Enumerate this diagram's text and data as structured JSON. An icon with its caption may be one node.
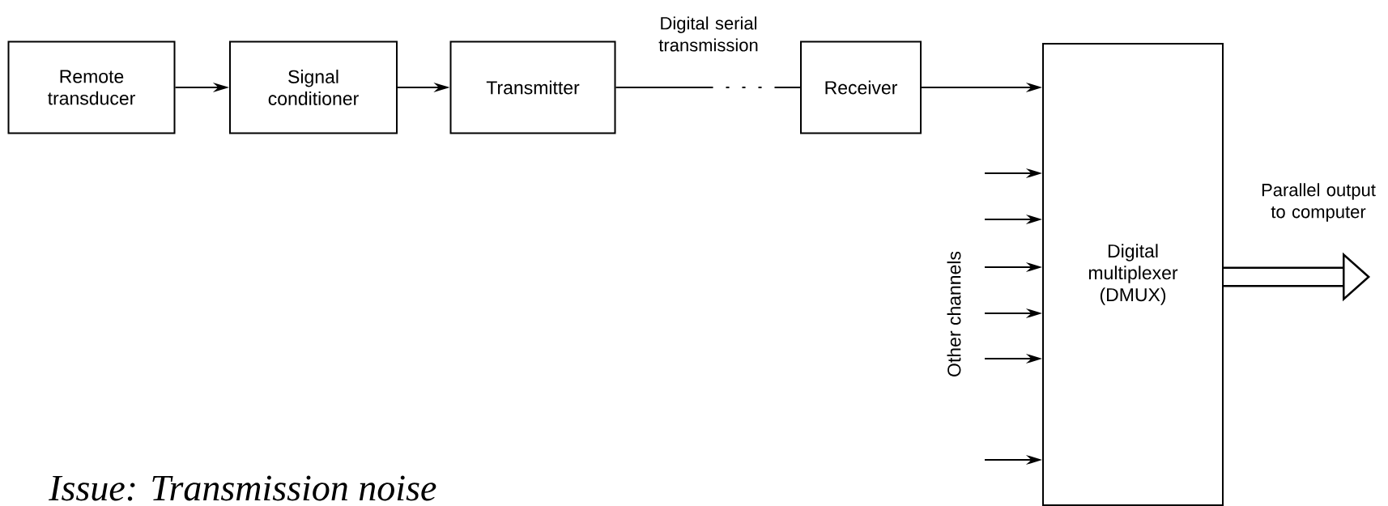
{
  "diagram": {
    "nodes": [
      {
        "text": [
          "Remote transducer"
        ]
      },
      {
        "text": [
          "Signal conditioner"
        ]
      },
      {
        "text": [
          "Transmitter"
        ]
      },
      {
        "text": [
          "Receiver"
        ]
      },
      {
        "text": [
          "Digital multiplexer (DMUX)"
        ]
      }
    ],
    "edges": [
      {
        "from": 0,
        "to": 1,
        "arrow": "to"
      },
      {
        "from": 1,
        "to": 2,
        "arrow": "to"
      },
      {
        "from": 2,
        "to": 3,
        "arrow": "none",
        "style": "dashed",
        "label": "Digital serial transmission"
      },
      {
        "from": 3,
        "to": 4,
        "arrow": "to"
      },
      {
        "from": null,
        "to": 4,
        "arrow": "to"
      },
      {
        "from": null,
        "to": 4,
        "arrow": "to"
      },
      {
        "from": null,
        "to": 4,
        "arrow": "to"
      },
      {
        "from": null,
        "to": 4,
        "arrow": "to"
      },
      {
        "from": null,
        "to": 4,
        "arrow": "to"
      },
      {
        "from": null,
        "to": 4,
        "arrow": "to"
      },
      {
        "from": 4,
        "to": null,
        "arrow": "to",
        "style": "thick",
        "label": "Parallel output to computer"
      }
    ],
    "labels": [
      "Other channels",
      "Issue: Transmission noise"
    ]
  }
}
